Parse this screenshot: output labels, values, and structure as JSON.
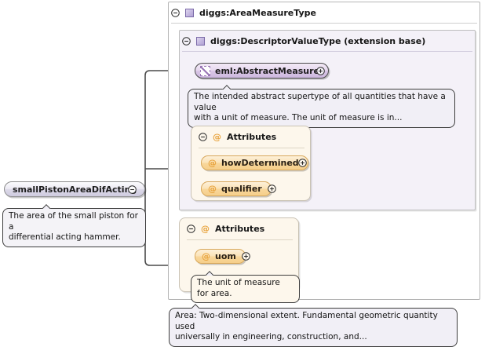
{
  "diagram": {
    "kind": "xml-schema-type-diagram",
    "root_element": {
      "name": "smallPistonAreaDifActing",
      "toggle_icon": "circle-minus-icon",
      "annotation": "The area of the small piston for a\ndifferential acting hammer."
    },
    "outer_type": {
      "title": "diggs:AreaMeasureType",
      "toggle_icon": "circle-minus-icon",
      "type_icon": "type-square-icon",
      "annotation": "Area: Two-dimensional extent. Fundamental geometric quantity used\nuniversally in engineering, construction, and..."
    },
    "inner_type": {
      "title": "diggs:DescriptorValueType (extension base)",
      "toggle_icon": "circle-minus-icon",
      "type_icon": "type-square-icon"
    },
    "abstract_node": {
      "label": "eml:AbstractMeasure",
      "icon": "abstract-type-icon",
      "expand_icon": "circle-plus-icon",
      "annotation": "The intended abstract supertype of all quantities that have a value\nwith a unit of measure. The unit of measure is in..."
    },
    "attribute_groups": [
      {
        "label": "Attributes",
        "toggle_icon": "circle-minus-icon",
        "at_icon": "at-sign-icon",
        "attributes": [
          {
            "name": "howDetermined",
            "at_icon": "at-sign-icon",
            "expand_icon": "circle-plus-icon"
          },
          {
            "name": "qualifier",
            "at_icon": "at-sign-icon",
            "expand_icon": "circle-plus-icon"
          }
        ]
      },
      {
        "label": "Attributes",
        "toggle_icon": "circle-minus-icon",
        "at_icon": "at-sign-icon",
        "attributes": [
          {
            "name": "uom",
            "at_icon": "at-sign-icon",
            "expand_icon": "circle-plus-icon",
            "annotation": "The unit of measure for area."
          }
        ]
      }
    ],
    "colors": {
      "element_chip": "#dcd9e8",
      "abstract_chip": "#d9c6e6",
      "attribute_chip": "#f8d79b",
      "inner_panel_bg": "#f4f1f8",
      "attr_box_bg": "#fdf7ec",
      "callout_bg": "#f1eff6",
      "connector": "#4a4a4a",
      "at_sign": "#e8a33d",
      "type_icon": "#b1a2d4"
    }
  }
}
